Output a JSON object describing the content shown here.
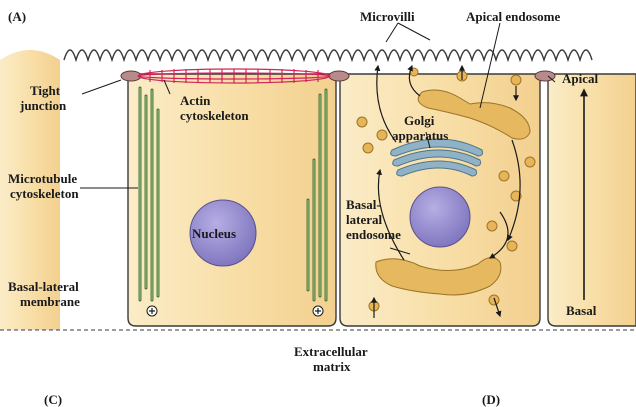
{
  "panel_label": "(A)",
  "labels": {
    "microvilli": "Microvilli",
    "apical_endosome": "Apical endosome",
    "tight_junction_line1": "Tight",
    "tight_junction_line2": "junction",
    "actin_line1": "Actin",
    "actin_line2": "cytoskeleton",
    "golgi_line1": "Golgi",
    "golgi_line2": "apparatus",
    "apical": "Apical",
    "microtubule_line1": "Microtubule",
    "microtubule_line2": "cytoskeleton",
    "nucleus": "Nucleus",
    "basal_lateral_endosome_line1": "Basal-",
    "basal_lateral_endosome_line2": "lateral",
    "basal_lateral_endosome_line3": "endosome",
    "basal_lateral_membrane_line1": "Basal-lateral",
    "basal_lateral_membrane_line2": "membrane",
    "basal": "Basal",
    "extracellular_line1": "Extracellular",
    "extracellular_line2": "matrix",
    "panel_c_partial": "(C)",
    "panel_d_partial": "(D)"
  },
  "colors": {
    "cell_fill": "#f8dfa8",
    "cell_fill_light": "#fbecc8",
    "membrane": "#3a3a3a",
    "actin": "#d2245a",
    "microtubule": "#4d7a3a",
    "nucleus": "#8f86c9",
    "golgi": "#7ea3b8",
    "endosome": "#e6b860",
    "vesicle": "#e8b458",
    "junction": "#b88a8a"
  }
}
